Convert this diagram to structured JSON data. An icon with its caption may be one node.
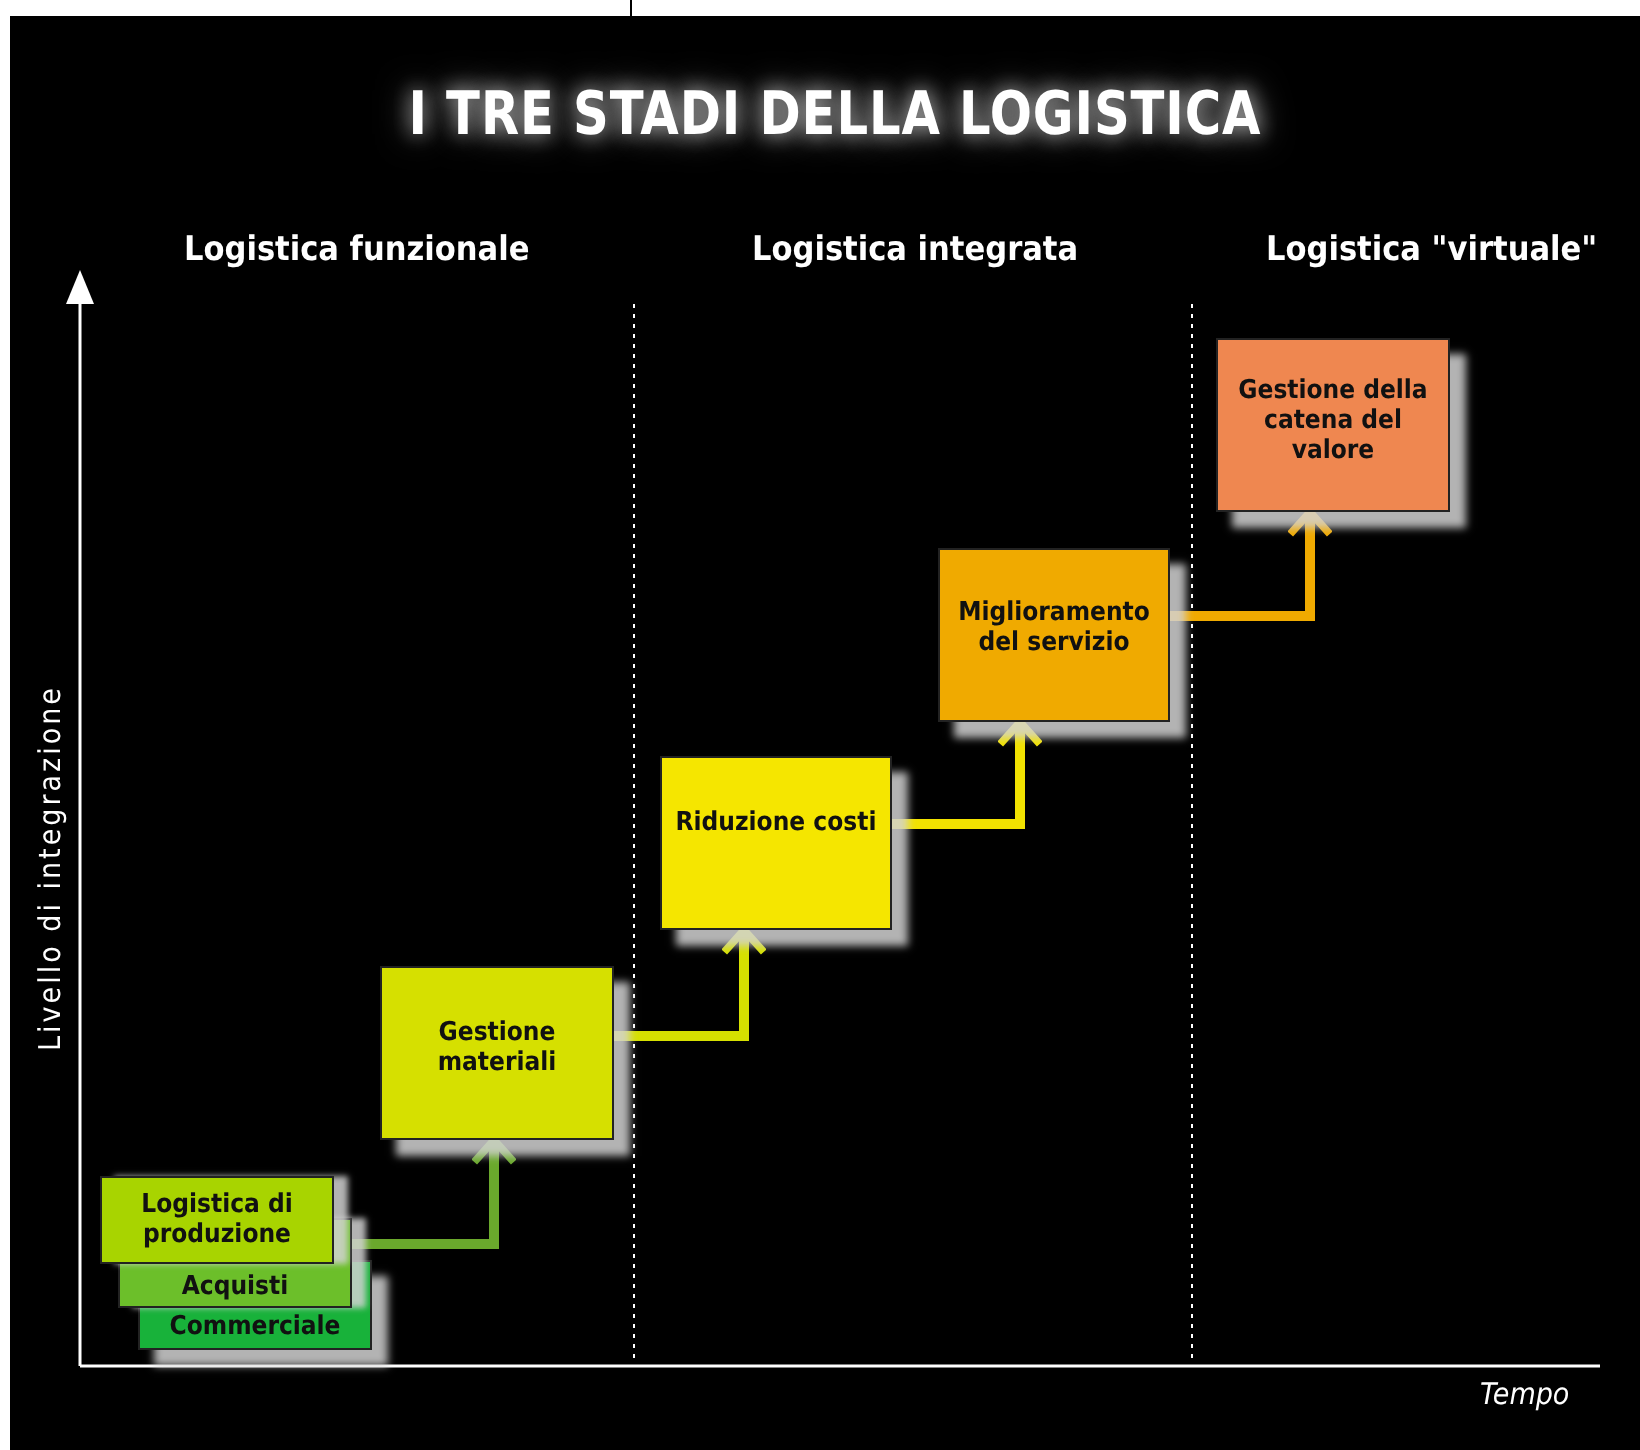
{
  "diagram": {
    "title": "I TRE STADI DELLA LOGISTICA",
    "nodes": [
      {
        "text": [
          "Logistica di produzione"
        ]
      },
      {
        "text": [
          "Acquisti"
        ]
      },
      {
        "text": [
          "Commerciale"
        ]
      },
      {
        "text": [
          "Gestione materiali"
        ]
      },
      {
        "text": [
          "Riduzione costi"
        ]
      },
      {
        "text": [
          "Miglioramento del servizio"
        ]
      },
      {
        "text": [
          "Gestione della catena del valore"
        ]
      }
    ],
    "edges": [
      {
        "from": 0,
        "to": 3,
        "arrow": "to",
        "color": "#6aa82c"
      },
      {
        "from": 3,
        "to": 4,
        "arrow": "to",
        "color": "#d6e000"
      },
      {
        "from": 4,
        "to": 5,
        "arrow": "to",
        "color": "#f2e200"
      },
      {
        "from": 5,
        "to": 6,
        "arrow": "to",
        "color": "#f0aa00"
      }
    ],
    "labels": [
      "Logistica funzionale",
      "Logistica integrata",
      "Logistica \"virtuale\"",
      "Livello di integrazione",
      "Tempo"
    ]
  }
}
